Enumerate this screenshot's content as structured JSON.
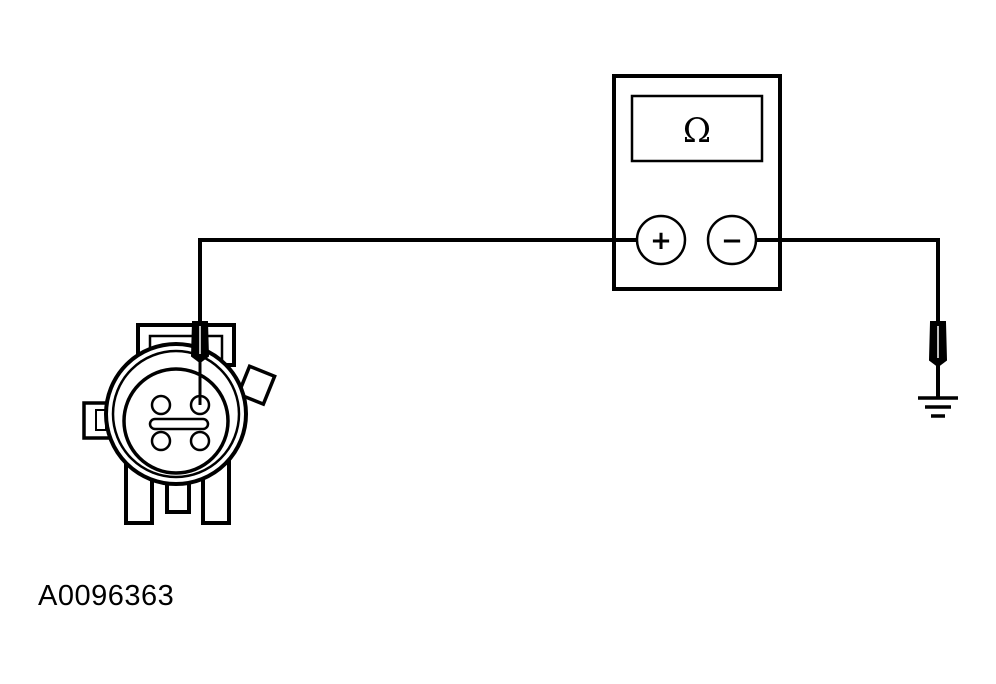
{
  "diagram": {
    "meter": {
      "display_symbol": "Ω",
      "positive_terminal": "+",
      "negative_terminal": "−"
    },
    "figure_id": "A0096363",
    "colors": {
      "line": "#000000",
      "background": "#ffffff"
    },
    "icons": [
      "ohmmeter",
      "connector",
      "ground-symbol",
      "test-probe"
    ]
  }
}
